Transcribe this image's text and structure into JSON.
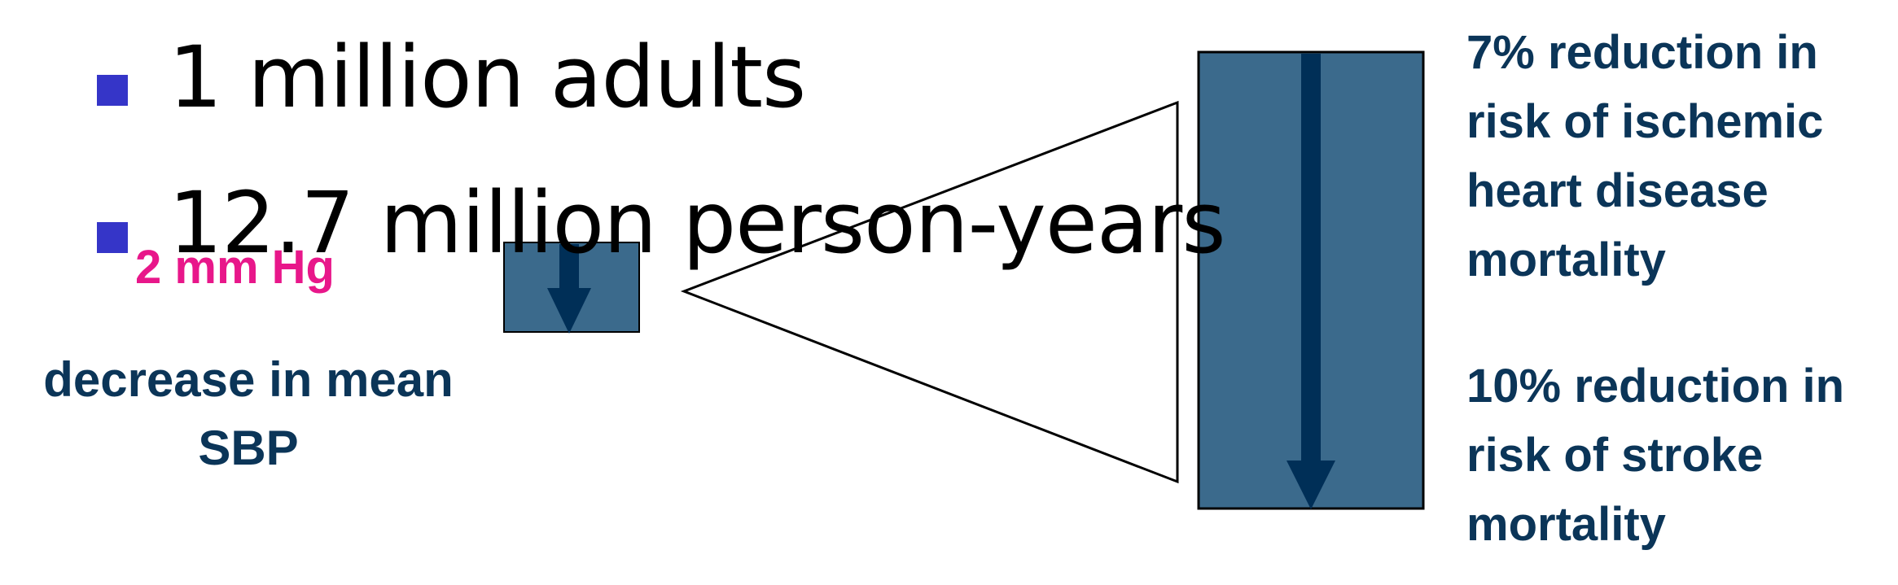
{
  "bullets": [
    {
      "text": "1 million adults"
    },
    {
      "text": "12.7 million person-years"
    }
  ],
  "reduction": {
    "magnitude": "2 mm Hg",
    "caption": "decrease in mean SBP"
  },
  "outcomes": [
    {
      "text": "7% reduction in risk of ischemic heart disease mortality"
    },
    {
      "text": "10% reduction in risk of stroke mortality"
    }
  ],
  "colors": {
    "bullet_marker": "#3535c8",
    "box_fill": "#3b6a8c",
    "arrow": "#002f57",
    "magnitude_text": "#e8178a",
    "body_text": "#0b3558"
  }
}
